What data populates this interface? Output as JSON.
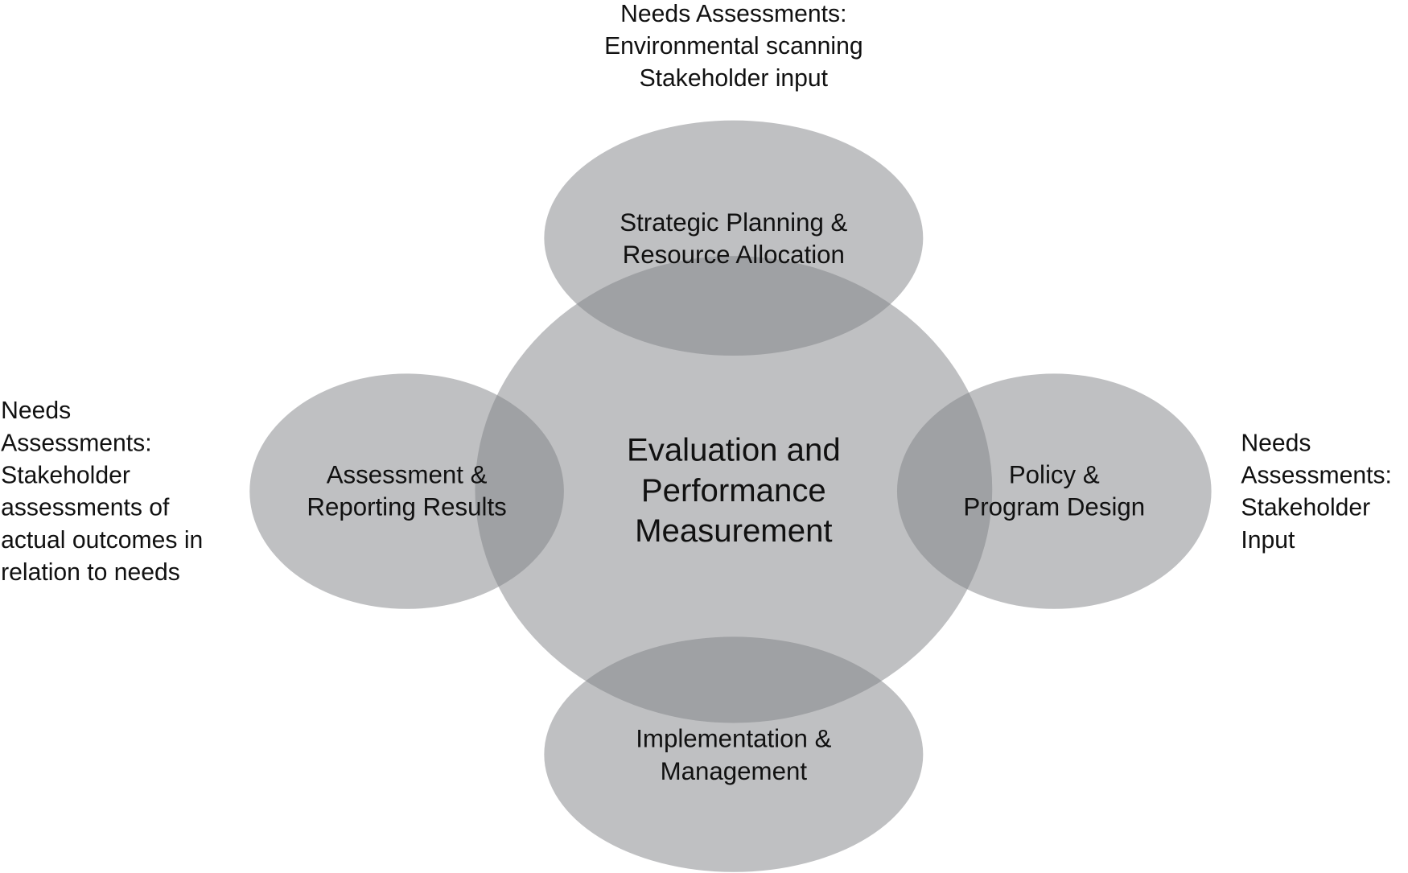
{
  "center": {
    "lines": [
      "Evaluation and",
      "Performance",
      "Measurement"
    ]
  },
  "nodes": {
    "top": {
      "lines": [
        "Strategic Planning &",
        "Resource Allocation"
      ]
    },
    "right": {
      "lines": [
        "Policy &",
        "Program Design"
      ]
    },
    "bottom": {
      "lines": [
        "Implementation &",
        "Management"
      ]
    },
    "left": {
      "lines": [
        "Assessment &",
        "Reporting Results"
      ]
    }
  },
  "notes": {
    "top": {
      "lines": [
        "Needs Assessments:",
        "Environmental scanning",
        "Stakeholder input"
      ]
    },
    "left": {
      "lines": [
        "Needs",
        "Assessments:",
        "Stakeholder",
        "assessments of",
        "actual outcomes in",
        "relation to needs"
      ]
    },
    "right": {
      "lines": [
        "Needs",
        "Assessments:",
        "Stakeholder",
        "Input"
      ]
    }
  }
}
